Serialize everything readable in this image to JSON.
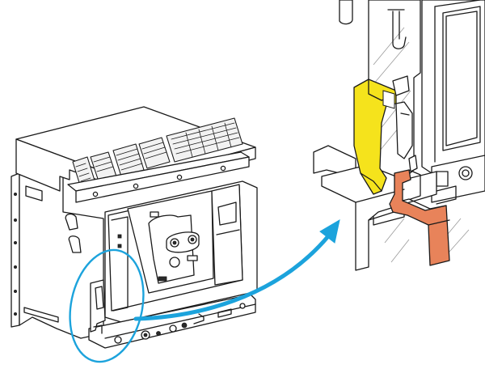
{
  "diagram": {
    "colors": {
      "background": "#ffffff",
      "line": "#1a1a1a",
      "highlight_circle": "#1ca3dc",
      "arrow": "#1ca3dc",
      "safety_arm": "#f5e31c",
      "bus_connector": "#e8835a"
    },
    "elements": {
      "breaker": "circuit-breaker",
      "zoom_circle": "highlight-ellipse",
      "arrow": "curved-arrow",
      "detail_view": "zoomed-detail",
      "yellow_part": "yellow-locking-arm",
      "orange_part": "orange-connector"
    }
  }
}
